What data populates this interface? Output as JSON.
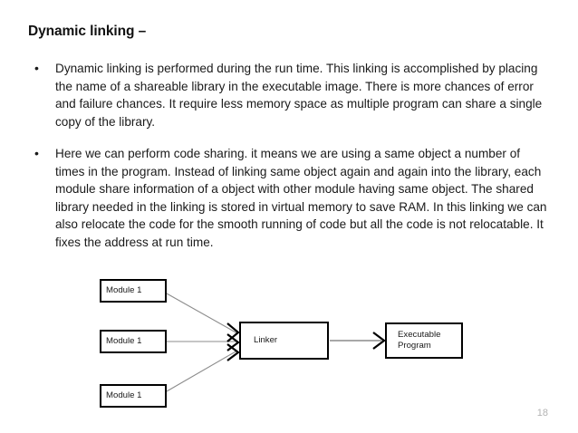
{
  "slide": {
    "title": "Dynamic linking –",
    "page_number": "18",
    "bullet_marker": "•",
    "bullets": [
      "Dynamic linking is performed during the run time. This linking is accomplished by placing the name of a shareable library in the executable image. There is more chances of error and failure chances. It require less memory space as multiple program can share a single copy of the library.",
      "Here we can perform code sharing. it means we are using a same object a number of times in the program. Instead of linking same object again and again into the library, each module share information of a object with other module having same object. The shared library needed in the linking is stored in virtual memory to save RAM. In this linking we can also relocate the code for the smooth running of code but all the code is not relocatable. It fixes the address at run time."
    ]
  },
  "diagram": {
    "type": "flow",
    "nodes": [
      {
        "id": "module-1",
        "label": "Module  1"
      },
      {
        "id": "module-2",
        "label": "Module  1"
      },
      {
        "id": "module-3",
        "label": "Module  1"
      },
      {
        "id": "linker",
        "label": "Linker"
      },
      {
        "id": "executable",
        "label": "Executable\nProgram"
      }
    ],
    "edges": [
      {
        "from": "module-1",
        "to": "linker"
      },
      {
        "from": "module-2",
        "to": "linker"
      },
      {
        "from": "module-3",
        "to": "linker"
      },
      {
        "from": "linker",
        "to": "executable"
      }
    ],
    "colors": {
      "box_border": "#000000",
      "connector": "#808080",
      "arrowhead": "#000000",
      "text": "#1a1a1a"
    }
  }
}
